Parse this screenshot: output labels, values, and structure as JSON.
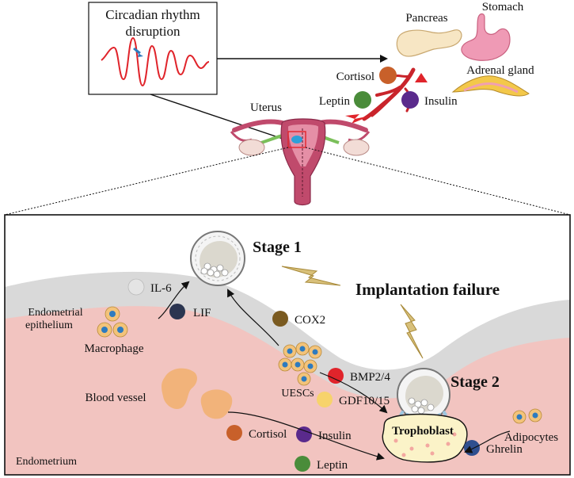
{
  "top": {
    "inset_title_line1": "Circadian rhythm",
    "inset_title_line2": "disruption",
    "organs": {
      "pancreas": "Pancreas",
      "stomach": "Stomach",
      "adrenal": "Adrenal gland",
      "uterus": "Uterus"
    },
    "hormones": {
      "cortisol": "Cortisol",
      "leptin": "Leptin",
      "insulin": "Insulin"
    }
  },
  "bottom": {
    "stage1": "Stage 1",
    "stage2": "Stage 2",
    "implantation_failure": "Implantation failure",
    "labels": {
      "il6": "IL-6",
      "lif": "LIF",
      "cox2": "COX2",
      "bmp": "BMP2/4",
      "gdf": "GDF10/15",
      "uescs": "UESCs",
      "endometrial1": "Endometrial",
      "endometrial2": "epithelium",
      "macrophage": "Macrophage",
      "blood_vessel": "Blood vessel",
      "cortisol": "Cortisol",
      "insulin": "Insulin",
      "leptin": "Leptin",
      "trophoblast": "Trophoblast",
      "adipocytes": "Adipocytes",
      "ghrelin": "Ghrelin",
      "endometrium": "Endometrium"
    }
  },
  "colors": {
    "cortisol": "#c8602a",
    "leptin": "#4a8c3a",
    "insulin": "#5a2a8c",
    "il6": "#d9d9d9",
    "lif": "#2b3550",
    "cox2": "#7a5a20",
    "bmp": "#e0242b",
    "gdf": "#f7d36b",
    "ghrelin": "#2f4f8f",
    "endometrium": "#f2c4c0",
    "epithelium": "#d9d9d9",
    "wave": "#e0242b"
  }
}
